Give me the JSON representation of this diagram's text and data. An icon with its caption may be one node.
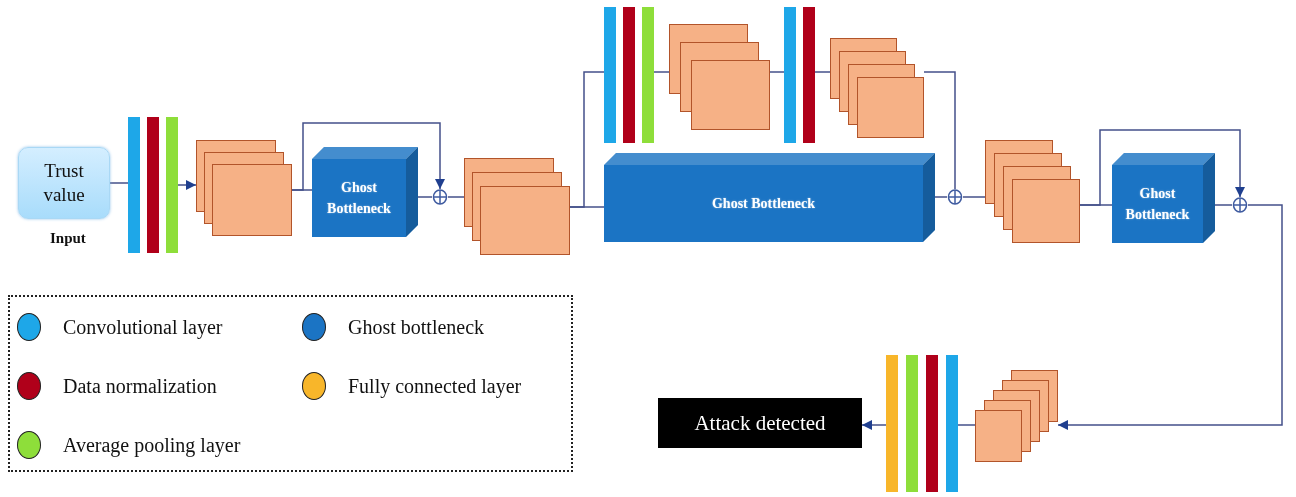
{
  "diagram": {
    "nodes": [
      {
        "text": [
          "Trust value"
        ],
        "beside": [
          "Input"
        ]
      },
      {
        "text": [],
        "shape": "bar"
      },
      {
        "text": [],
        "shape": "box"
      },
      {
        "text": [
          "Ghost Bottleneck"
        ]
      },
      {
        "text": [],
        "shape": "circle"
      },
      {
        "text": [],
        "shape": "box"
      },
      {
        "text": [],
        "shape": "bar"
      },
      {
        "text": [],
        "shape": "box"
      },
      {
        "text": [],
        "shape": "bar"
      },
      {
        "text": [],
        "shape": "box"
      },
      {
        "text": [
          "Ghost Bottleneck"
        ]
      },
      {
        "text": [],
        "shape": "circle"
      },
      {
        "text": [],
        "shape": "box"
      },
      {
        "text": [
          "Ghost Bottleneck"
        ]
      },
      {
        "text": [],
        "shape": "circle"
      },
      {
        "text": [],
        "shape": "box"
      },
      {
        "text": [],
        "shape": "bar"
      },
      {
        "text": [
          "Attack detected"
        ]
      }
    ],
    "edges": [
      {
        "from": 0,
        "to": 1,
        "arrow": "none"
      },
      {
        "from": 1,
        "to": 2,
        "arrow": "to"
      },
      {
        "from": 2,
        "to": 3,
        "arrow": "none"
      },
      {
        "from": 2,
        "to": 4,
        "arrow": "to"
      },
      {
        "from": 3,
        "to": 4,
        "arrow": "none"
      },
      {
        "from": 4,
        "to": 5,
        "arrow": "none"
      },
      {
        "from": 5,
        "to": 6,
        "arrow": "none"
      },
      {
        "from": 5,
        "to": 10,
        "arrow": "none"
      },
      {
        "from": 6,
        "to": 7,
        "arrow": "none"
      },
      {
        "from": 7,
        "to": 8,
        "arrow": "none"
      },
      {
        "from": 8,
        "to": 9,
        "arrow": "none"
      },
      {
        "from": 9,
        "to": 11,
        "arrow": "none"
      },
      {
        "from": 10,
        "to": 11,
        "arrow": "none"
      },
      {
        "from": 11,
        "to": 12,
        "arrow": "none"
      },
      {
        "from": 12,
        "to": 13,
        "arrow": "none"
      },
      {
        "from": 12,
        "to": 14,
        "arrow": "to"
      },
      {
        "from": 13,
        "to": 14,
        "arrow": "none"
      },
      {
        "from": 14,
        "to": 15,
        "arrow": "to"
      },
      {
        "from": 15,
        "to": 16,
        "arrow": "none"
      },
      {
        "from": 16,
        "to": 17,
        "arrow": "to"
      }
    ],
    "legend": [
      {
        "text": "Convolutional layer",
        "color": "#1ea7e8"
      },
      {
        "text": "Ghost bottleneck",
        "color": "#1b74c4"
      },
      {
        "text": "Data normalization",
        "color": "#b0001a"
      },
      {
        "text": "Fully connected layer",
        "color": "#f8b62a"
      },
      {
        "text": "Average pooling layer",
        "color": "#8ede3a"
      }
    ]
  }
}
